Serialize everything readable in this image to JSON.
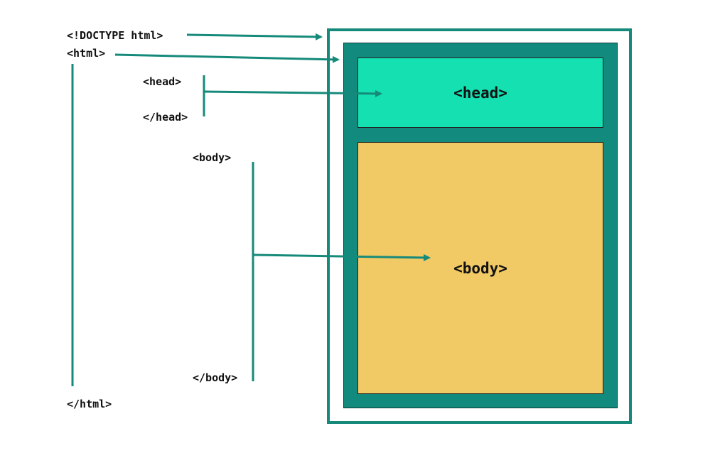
{
  "code": {
    "doctype": "<!DOCTYPE html>",
    "html_open": "<html>",
    "head_open": "<head>",
    "head_close": "</head>",
    "body_open": "<body>",
    "body_close": "</body>",
    "html_close": "</html>"
  },
  "boxes": {
    "head_label": "<head>",
    "body_label": "<body>"
  },
  "colors": {
    "connector": "#168a7a",
    "html_box": "#128a7d",
    "head_box": "#14e0b2",
    "body_box": "#f1c965"
  }
}
